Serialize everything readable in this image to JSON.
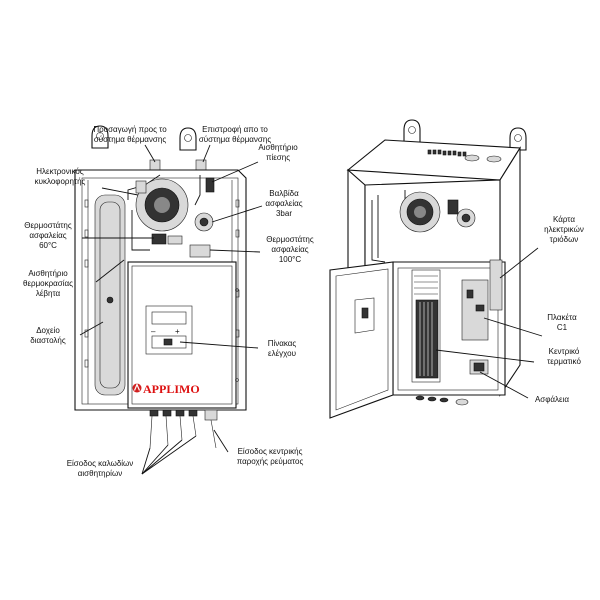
{
  "brand": {
    "name": "APPLIMO",
    "color": "#d11f1f"
  },
  "labels": {
    "supply_l1": "Προσαγωγή προς το",
    "supply_l2": "σύστημα θέρμανσης",
    "return_l1": "Επιστροφή απο το",
    "return_l2": "σύστημα θέρμανσης",
    "pressure_l1": "Αισθητήριο",
    "pressure_l2": "πίεσης",
    "pump_l1": "Ηλεκτρονικός",
    "pump_l2": "κυκλοφορητής",
    "valve_l1": "Βαλβίδα",
    "valve_l2": "ασφαλείας",
    "valve_l3": "3bar",
    "thermo60_l1": "Θερμοστάτης",
    "thermo60_l2": "ασφαλείας",
    "thermo60_l3": "60°C",
    "thermo100_l1": "Θερμοστάτης",
    "thermo100_l2": "ασφαλείας",
    "thermo100_l3": "100°C",
    "boiler_sensor_l1": "Αισθητήριο",
    "boiler_sensor_l2": "θερμοκρασίας",
    "boiler_sensor_l3": "λέβητα",
    "tank_l1": "Δοχείο",
    "tank_l2": "διαστολής",
    "panel_l1": "Πίνακας",
    "panel_l2": "ελέγχου",
    "sensor_cables_l1": "Είσοδος καλωδίων",
    "sensor_cables_l2": "αισθητηρίων",
    "power_l1": "Είσοδος κεντρικής",
    "power_l2": "παροχής ρεύματος",
    "triac_l1": "Κάρτα",
    "triac_l2": "ηλεκτρικών",
    "triac_l3": "τριόδων",
    "c1_l1": "Πλακέτα",
    "c1_l2": "C1",
    "main_l1": "Κεντρικό",
    "main_l2": "τερματικό",
    "fuses": "Ασφάλεια"
  },
  "panel_symbols": {
    "minus": "–",
    "plus": "+"
  },
  "icons": [
    "pump-icon",
    "valve-icon",
    "thermostat-icon",
    "cable-gland-icon",
    "hanging-lug-icon"
  ]
}
